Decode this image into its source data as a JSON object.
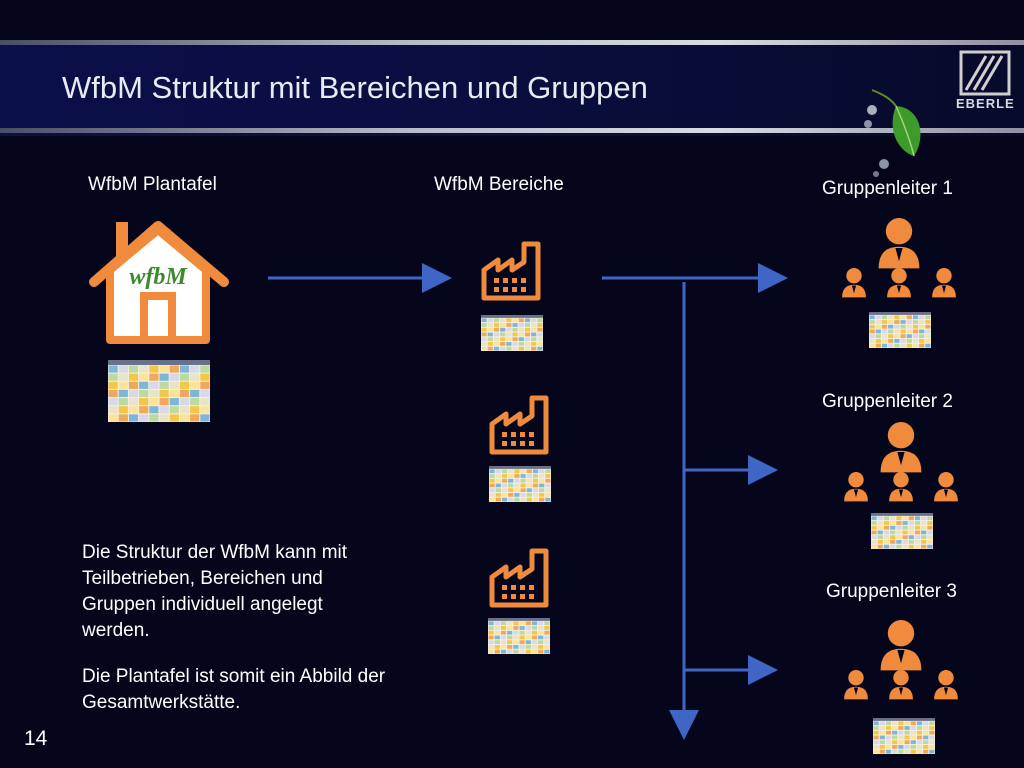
{
  "slide": {
    "title": "WfbM Struktur mit Bereichen und Gruppen",
    "page_number": "14",
    "logo_text": "EBERLE"
  },
  "diagram": {
    "column_labels": {
      "plantafel": "WfbM Plantafel",
      "bereiche": "WfbM Bereiche"
    },
    "groups": [
      {
        "label": "Gruppenleiter 1"
      },
      {
        "label": "Gruppenleiter 2"
      },
      {
        "label": "Gruppenleiter 3"
      }
    ],
    "house_text": "wfbM",
    "colors": {
      "icon": "#f08a3c",
      "arrow": "#3f66c4",
      "background": "#05061c"
    },
    "icons": [
      "house-icon",
      "factory-icon",
      "team-hierarchy-icon",
      "plan-board-thumbnail"
    ]
  },
  "text": {
    "paragraph_1": "Die Struktur der WfbM kann mit Teilbetrieben, Bereichen und Gruppen individuell angelegt werden.",
    "paragraph_2": "Die Plantafel ist somit ein Abbild der Gesamtwerkstätte."
  }
}
